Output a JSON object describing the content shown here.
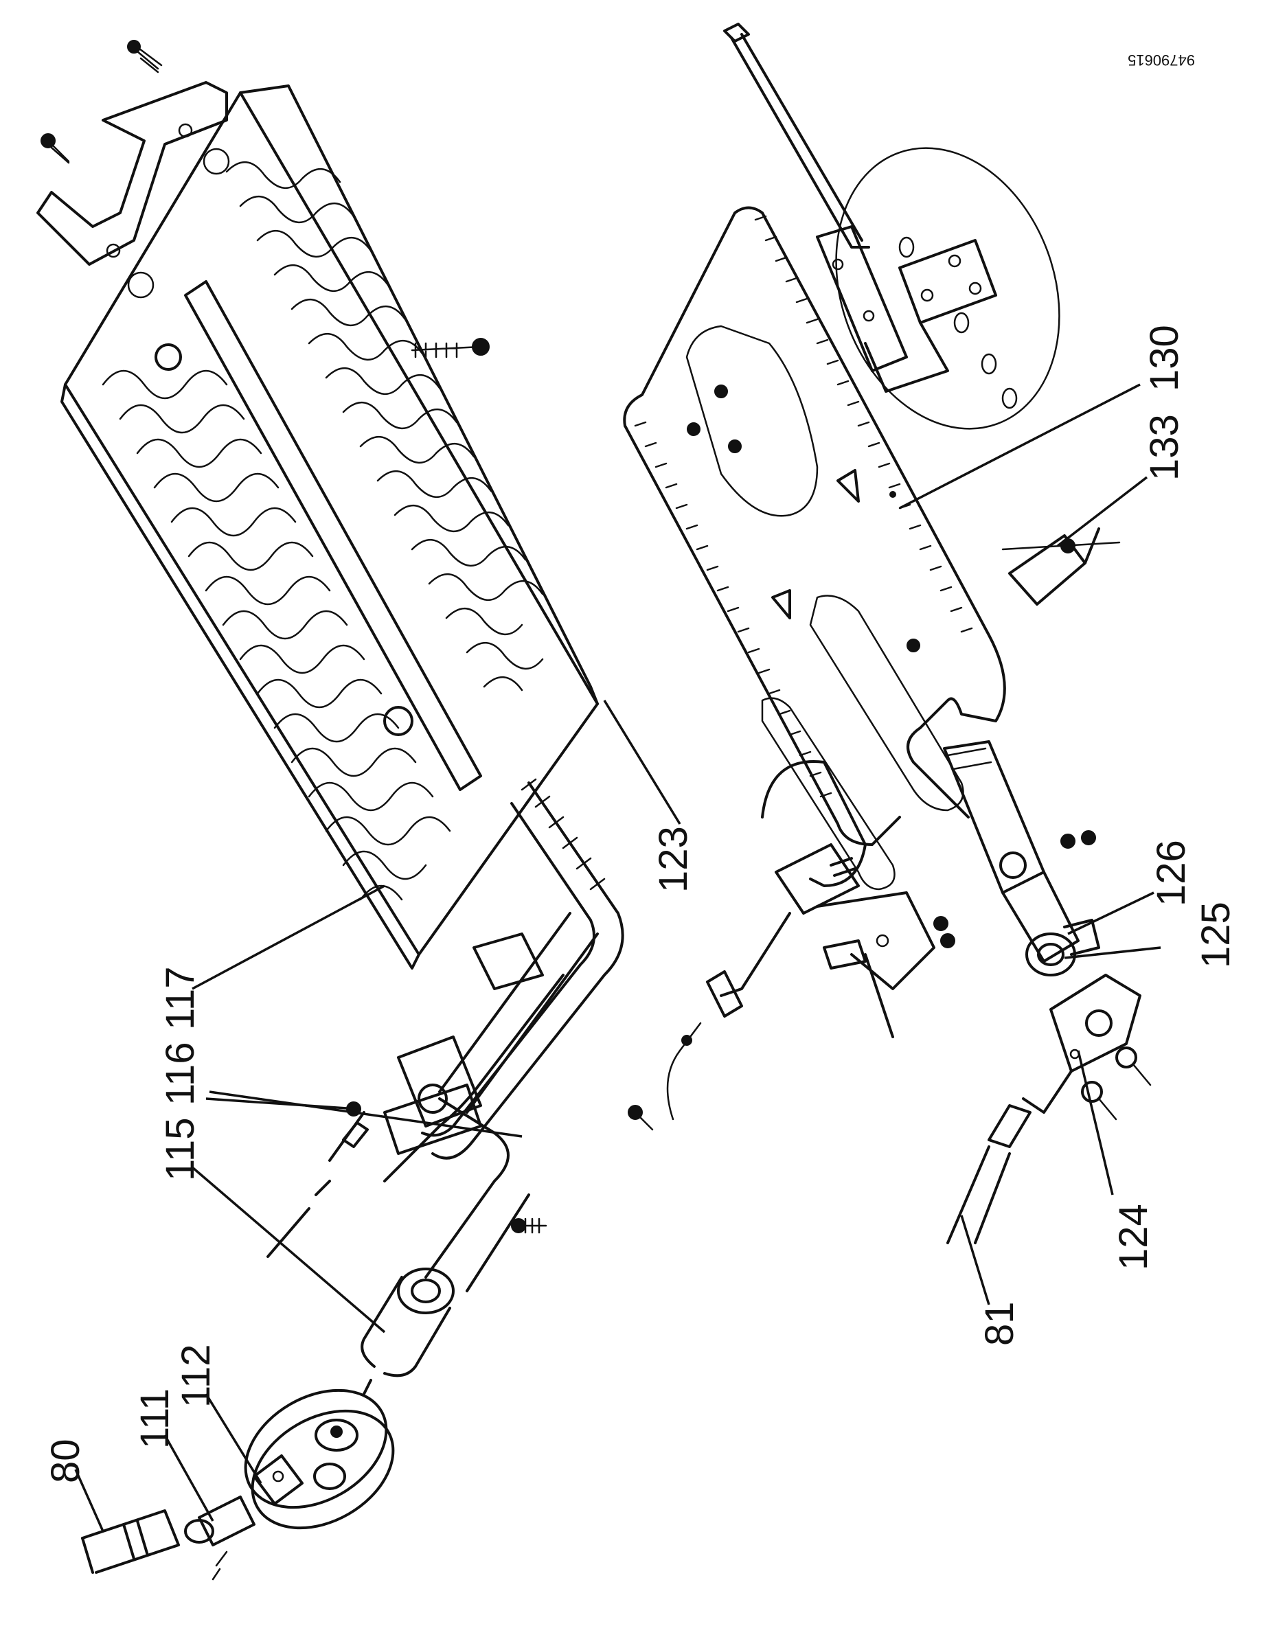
{
  "document_number": "94790615",
  "callouts": {
    "c80": "80",
    "c111": "111",
    "c112": "112",
    "c115": "115",
    "c116": "116",
    "c117": "117",
    "c123": "123",
    "c130": "130",
    "c133": "133",
    "c126": "126",
    "c125": "125",
    "c124": "124",
    "c81": "81"
  }
}
